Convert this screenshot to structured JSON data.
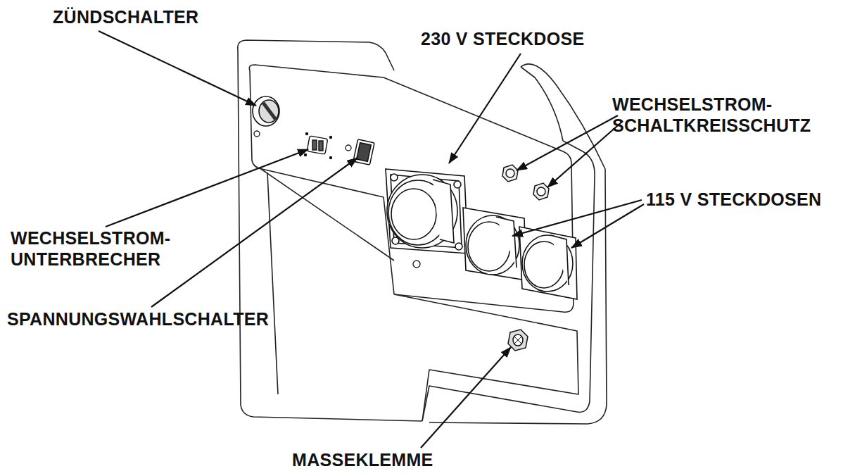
{
  "diagram": {
    "labels": [
      "ZÜNDSCHALTER",
      "230 V STECKDOSE",
      "WECHSELSTROM- SCHALTKREISSCHUTZ",
      "115 V STECKDOSEN",
      "WECHSELSTROM- UNTERBRECHER",
      "SPANNUNGSWAHLSCHALTER",
      "MASSEKLEMME"
    ]
  }
}
